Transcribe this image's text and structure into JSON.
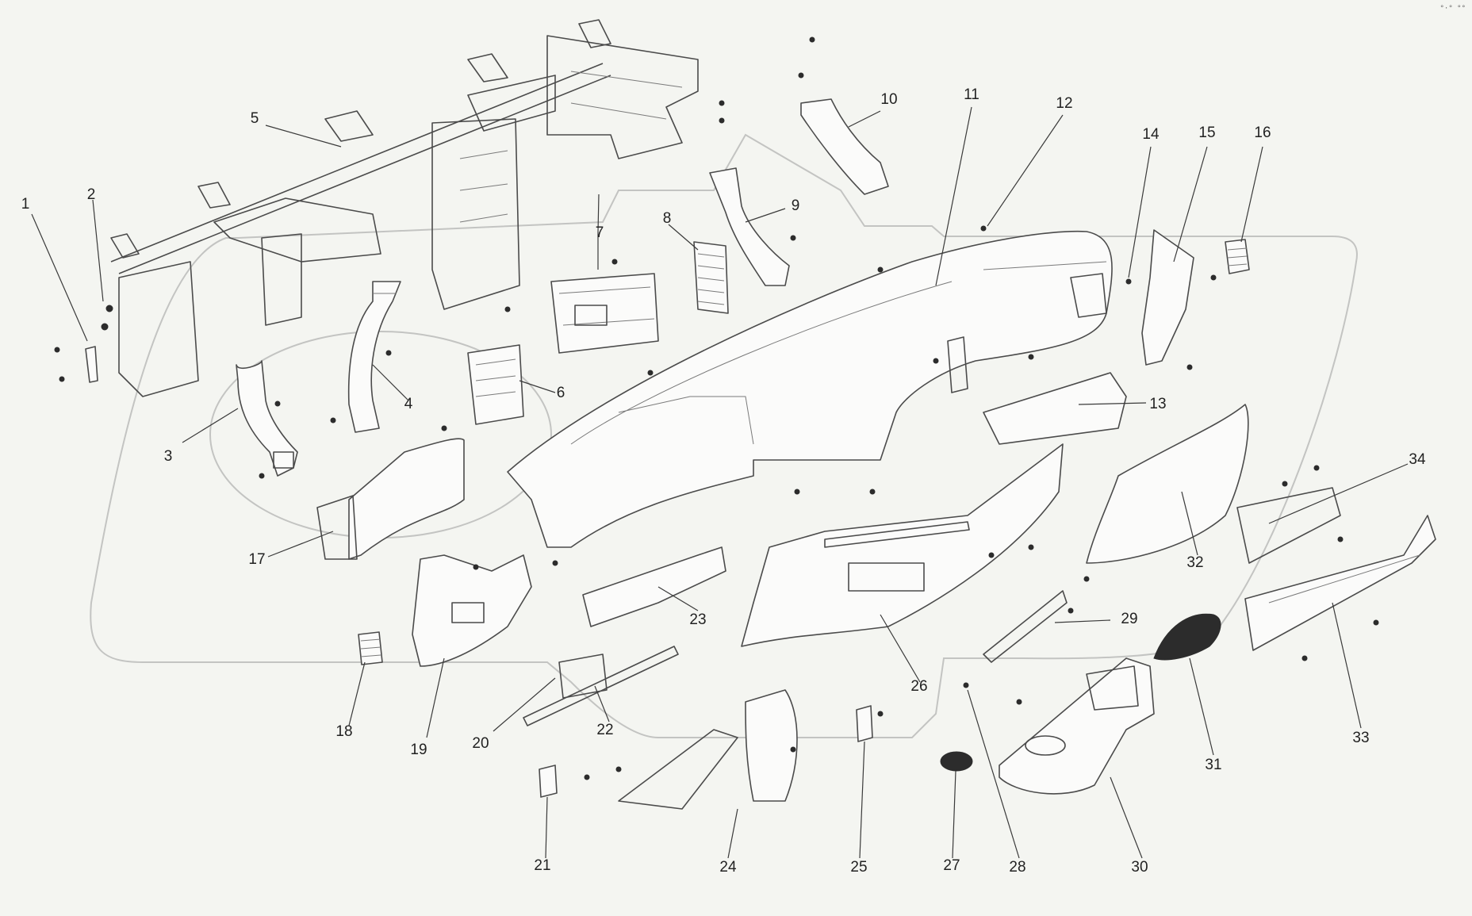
{
  "diagram": {
    "corner_mark": "°·° °°",
    "callouts": [
      {
        "id": "1",
        "label": "1"
      },
      {
        "id": "2",
        "label": "2"
      },
      {
        "id": "3",
        "label": "3"
      },
      {
        "id": "4",
        "label": "4"
      },
      {
        "id": "5",
        "label": "5"
      },
      {
        "id": "6",
        "label": "6"
      },
      {
        "id": "7",
        "label": "7"
      },
      {
        "id": "8",
        "label": "8"
      },
      {
        "id": "9",
        "label": "9"
      },
      {
        "id": "10",
        "label": "10"
      },
      {
        "id": "11",
        "label": "11"
      },
      {
        "id": "12",
        "label": "12"
      },
      {
        "id": "13",
        "label": "13"
      },
      {
        "id": "14",
        "label": "14"
      },
      {
        "id": "15",
        "label": "15"
      },
      {
        "id": "16",
        "label": "16"
      },
      {
        "id": "17",
        "label": "17"
      },
      {
        "id": "18",
        "label": "18"
      },
      {
        "id": "19",
        "label": "19"
      },
      {
        "id": "20",
        "label": "20"
      },
      {
        "id": "21",
        "label": "21"
      },
      {
        "id": "22",
        "label": "22"
      },
      {
        "id": "23",
        "label": "23"
      },
      {
        "id": "24",
        "label": "24"
      },
      {
        "id": "25",
        "label": "25"
      },
      {
        "id": "26",
        "label": "26"
      },
      {
        "id": "27",
        "label": "27"
      },
      {
        "id": "28",
        "label": "28"
      },
      {
        "id": "29",
        "label": "29"
      },
      {
        "id": "30",
        "label": "30"
      },
      {
        "id": "31",
        "label": "31"
      },
      {
        "id": "32",
        "label": "32"
      },
      {
        "id": "33",
        "label": "33"
      },
      {
        "id": "34",
        "label": "34"
      }
    ]
  }
}
